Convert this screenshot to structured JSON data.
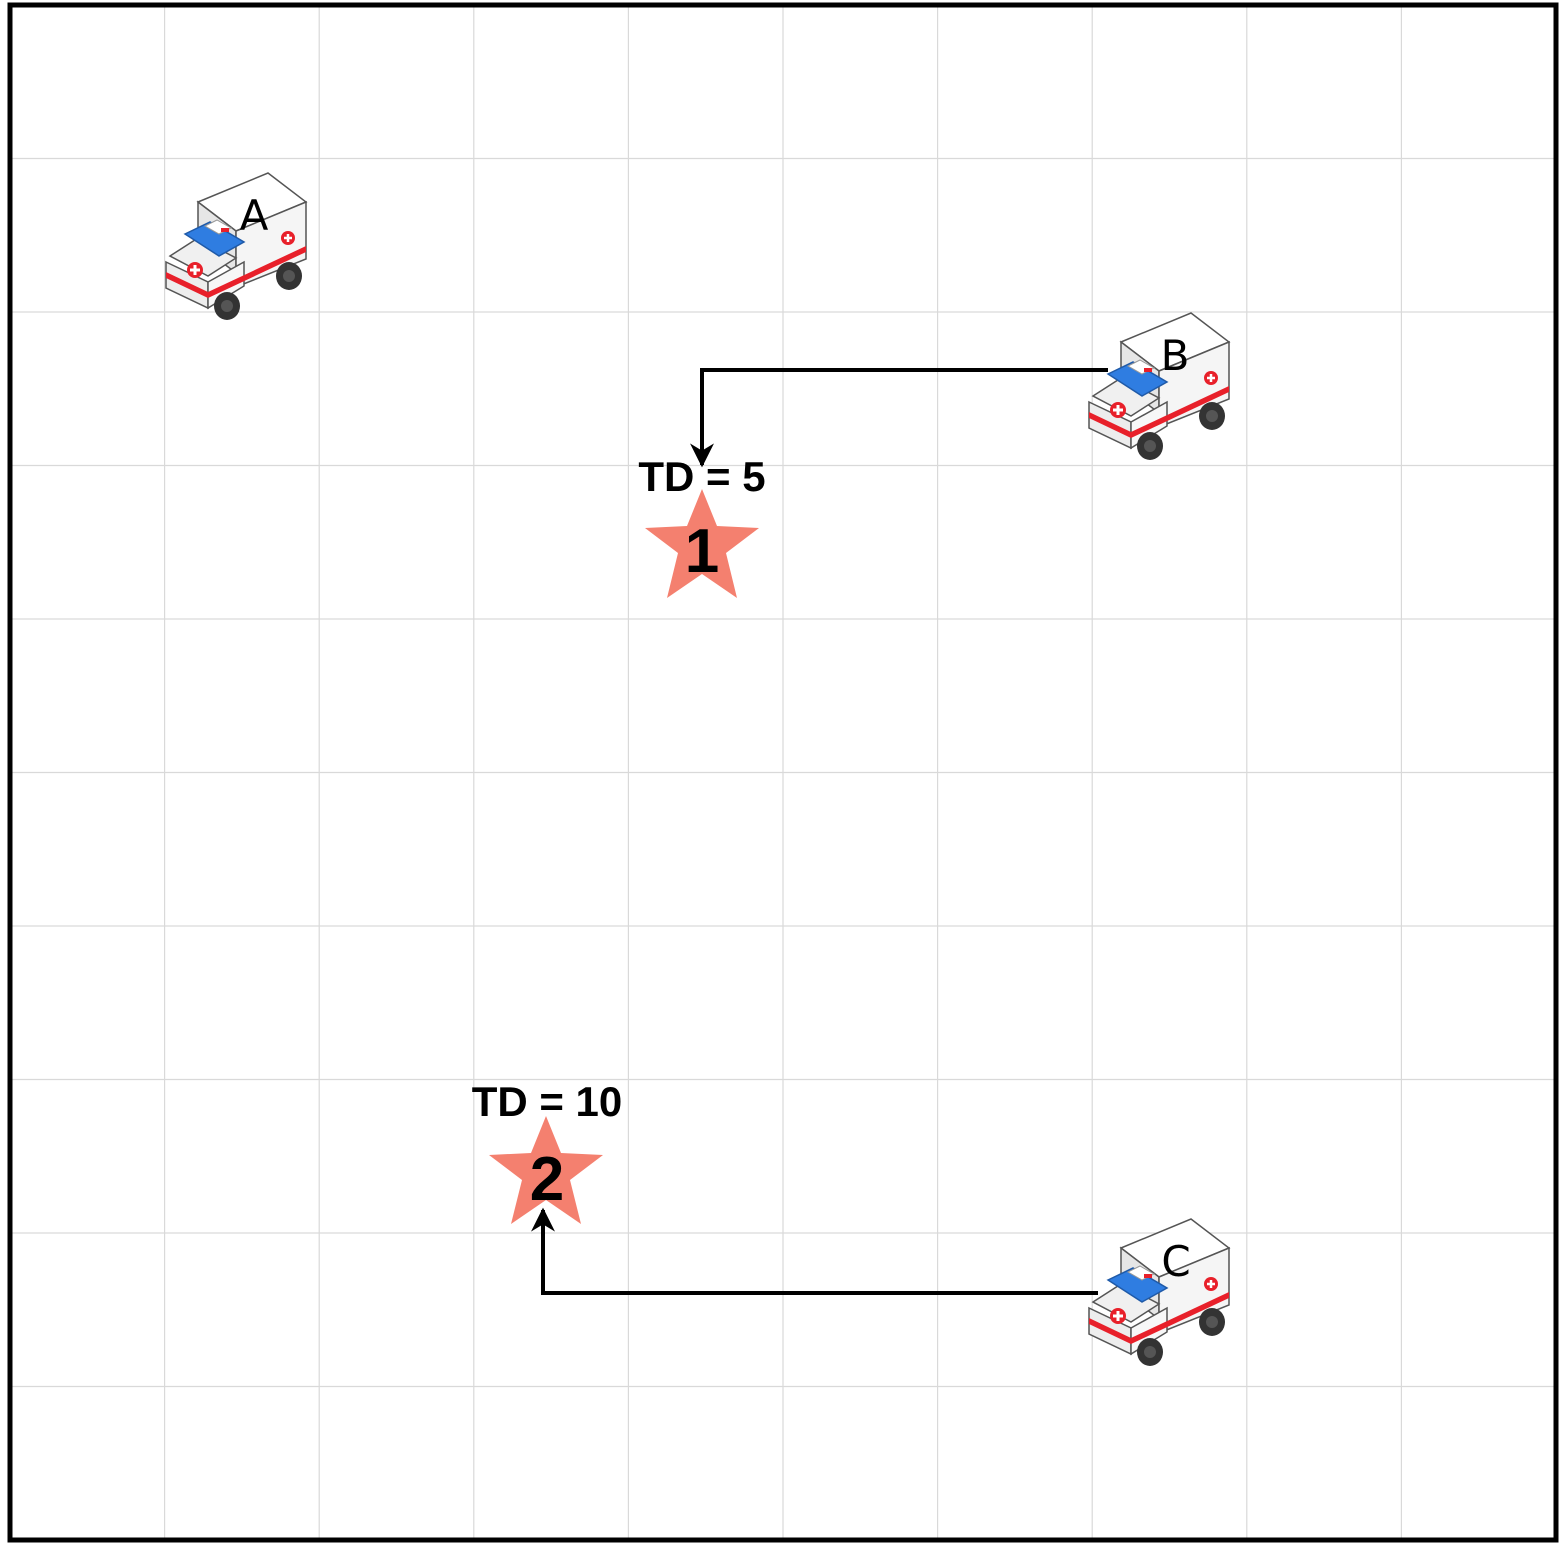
{
  "grid": {
    "columns": 10,
    "rows": 10,
    "line_color": "#d9d9d9",
    "border_color": "#000000"
  },
  "colors": {
    "star": "#f4806f",
    "path": "#000000",
    "ambulance_body": "#f2f2f2",
    "ambulance_stripe": "#e8202a",
    "ambulance_window": "#2f7de1",
    "wheel": "#333333"
  },
  "ambulances": [
    {
      "id": "A",
      "label": "A",
      "icon": "ambulance-icon"
    },
    {
      "id": "B",
      "label": "B",
      "icon": "ambulance-icon"
    },
    {
      "id": "C",
      "label": "C",
      "icon": "ambulance-icon"
    }
  ],
  "incidents": [
    {
      "id": "1",
      "label": "1",
      "td_label": "TD = 5",
      "icon": "star-icon"
    },
    {
      "id": "2",
      "label": "2",
      "td_label": "TD = 10",
      "icon": "star-icon"
    }
  ],
  "routes": [
    {
      "from": "B",
      "to": "1"
    },
    {
      "from": "C",
      "to": "2"
    }
  ]
}
